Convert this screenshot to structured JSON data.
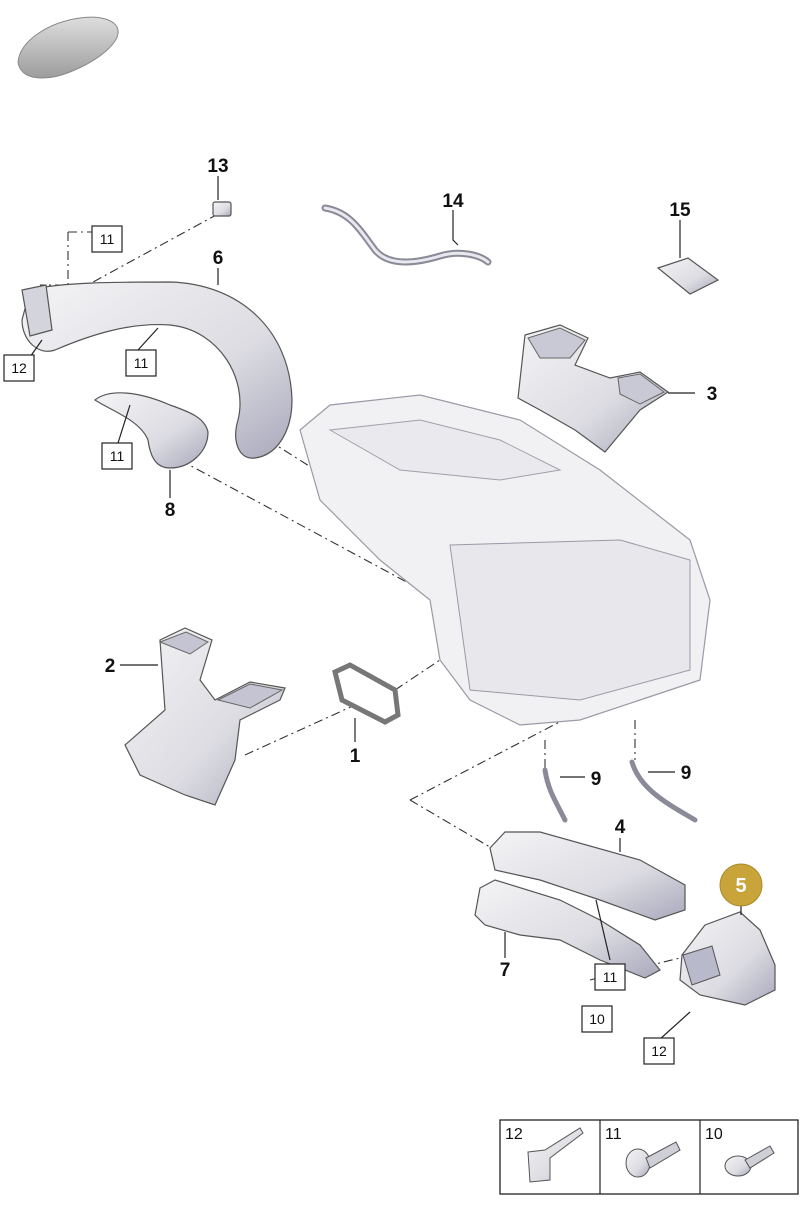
{
  "callouts": {
    "p1": "1",
    "p2": "2",
    "p3": "3",
    "p4": "4",
    "p5": "5",
    "p6": "6",
    "p7": "7",
    "p8": "8",
    "p9a": "9",
    "p9b": "9",
    "p13": "13",
    "p14": "14",
    "p15": "15"
  },
  "boxed": {
    "b11_top": "11",
    "b11_duct": "11",
    "b11_left": "11",
    "b11_bottom": "11",
    "b12_left": "12",
    "b12_bottom": "12",
    "b10_bottom": "10"
  },
  "legend": {
    "cell1": "12",
    "cell2": "11",
    "cell3": "10"
  },
  "colors": {
    "highlight": "#c9a43a",
    "part_fill": "#e6e6ea",
    "part_shadow": "#b9b9c8"
  }
}
